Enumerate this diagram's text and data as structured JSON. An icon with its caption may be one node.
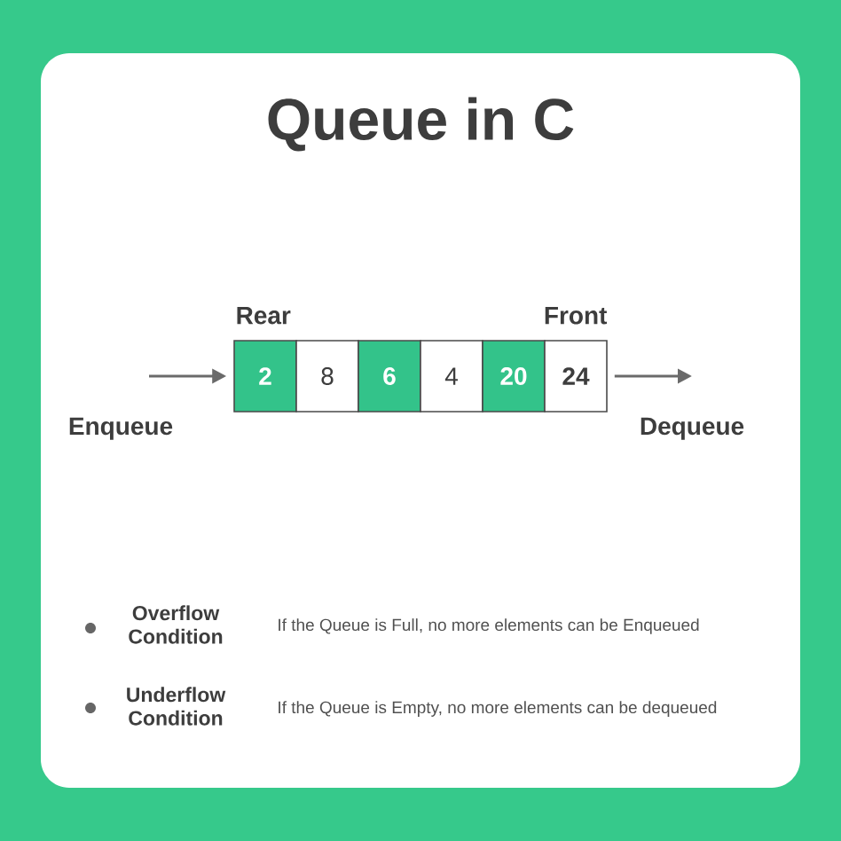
{
  "diagram": {
    "title": "Queue in C",
    "nodes": [
      {
        "text": [
          "2"
        ],
        "beside": [
          "Rear"
        ]
      },
      {
        "text": [
          "8"
        ]
      },
      {
        "text": [
          "6"
        ]
      },
      {
        "text": [
          "4"
        ]
      },
      {
        "text": [
          "20"
        ]
      },
      {
        "text": [
          "24"
        ],
        "beside": [
          "Front"
        ]
      }
    ],
    "edges": [
      {
        "from": null,
        "to": 0,
        "arrow": "to"
      },
      {
        "from": 5,
        "to": null,
        "arrow": "to"
      }
    ],
    "labels": [
      "Enqueue",
      "Dequeue",
      "Overflow Condition",
      "If the Queue is Full, no more elements can be Enqueued",
      "Underflow Condition",
      "If the Queue is Empty, no more elements can be dequeued"
    ]
  }
}
